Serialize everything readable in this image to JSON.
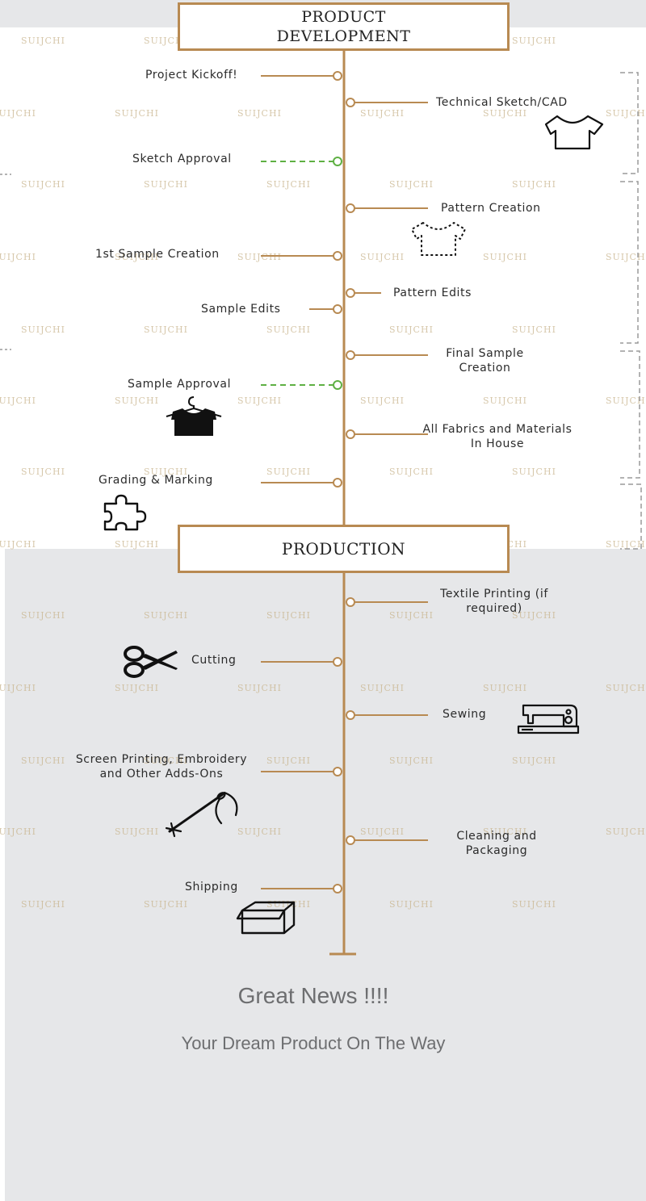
{
  "colors": {
    "timeline": "#b88a52",
    "approval": "#5eb043",
    "watermark": "#c9b58e",
    "page_gray": "#e6e7e9",
    "bracket": "#9a9a9a"
  },
  "watermark_text": "SUIJCHI",
  "headers": {
    "development": [
      "PRODUCT",
      "DEVELOPMENT"
    ],
    "production": "PRODUCTION"
  },
  "steps": [
    {
      "label": "Project Kickoff!"
    },
    {
      "label": "Technical Sketch/CAD",
      "icon": "tshirt-icon"
    },
    {
      "label": "Sketch Approval",
      "approval": true
    },
    {
      "label": "Pattern Creation",
      "icon": "tshirt-pattern-icon"
    },
    {
      "label": "1st Sample Creation"
    },
    {
      "label": "Pattern Edits"
    },
    {
      "label": "Sample Edits"
    },
    {
      "label": "Final Sample Creation"
    },
    {
      "label": "Sample Approval",
      "approval": true,
      "icon": "garment-on-hanger-icon"
    },
    {
      "label": "All Fabrics and Materials In House"
    },
    {
      "label": "Grading & Marking",
      "icon": "puzzle-piece-icon"
    },
    {
      "label": "Textile Printing (if required)"
    },
    {
      "label": "Cutting",
      "icon": "scissors-icon"
    },
    {
      "label": "Sewing",
      "icon": "sewing-machine-icon"
    },
    {
      "label": "Screen Printing, Embroidery and Other Adds-Ons",
      "icon": "needle-thread-icon"
    },
    {
      "label": "Cleaning and Packaging"
    },
    {
      "label": "Shipping",
      "icon": "box-icon"
    }
  ],
  "footer": {
    "title": "Great News !!!!",
    "subtitle": "Your  Dream Product On The Way"
  }
}
